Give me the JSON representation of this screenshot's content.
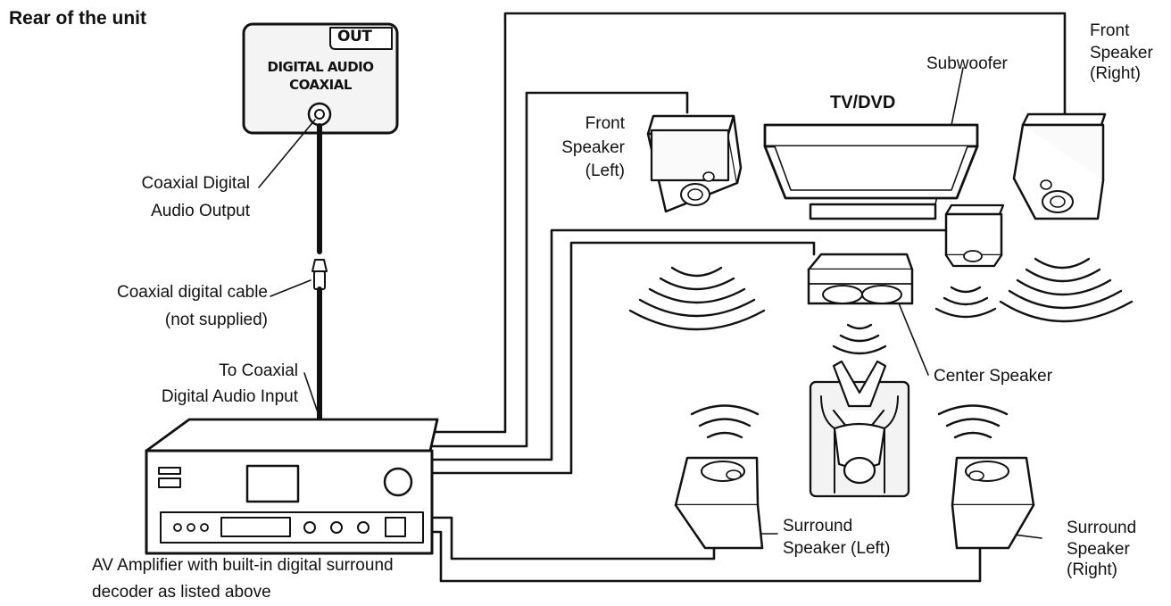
{
  "heading": "Rear of the unit",
  "panel": {
    "out_tag": "OUT",
    "line1": "DIGITAL AUDIO",
    "line2": "COAXIAL"
  },
  "labels": {
    "coax_output_1": "Coaxial Digital",
    "coax_output_2": "Audio Output",
    "cable_1": "Coaxial digital cable",
    "cable_2": "(not supplied)",
    "to_input_1": "To Coaxial",
    "to_input_2": "Digital Audio Input",
    "amp_1": "AV Amplifier with built-in digital surround",
    "amp_2": "decoder as listed above",
    "tv": "TV/DVD",
    "subwoofer": "Subwoofer",
    "front_left_1": "Front",
    "front_left_2": "Speaker",
    "front_left_3": "(Left)",
    "front_right_1": "Front",
    "front_right_2": "Speaker",
    "front_right_3": "(Right)",
    "center": "Center Speaker",
    "surround_left_1": "Surround",
    "surround_left_2": "Speaker (Left)",
    "surround_right_1": "Surround",
    "surround_right_2": "Speaker",
    "surround_right_3": "(Right)"
  },
  "colors": {
    "line": "#111111",
    "fill": "#ffffff",
    "shade": "#f2f2f2"
  }
}
